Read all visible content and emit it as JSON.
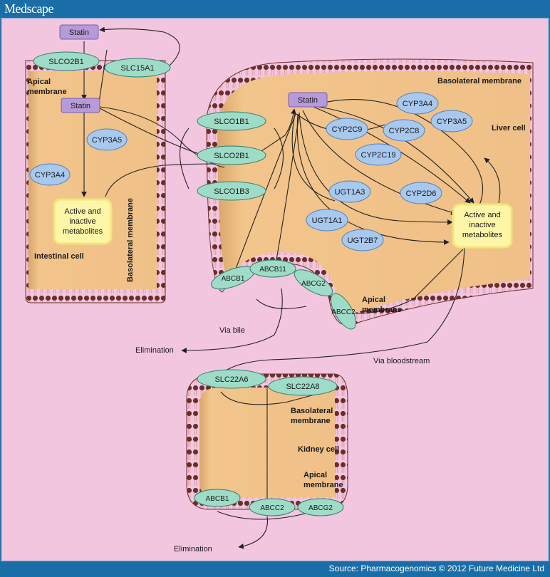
{
  "header": {
    "brand": "Medscape"
  },
  "footer": {
    "source": "Source: Pharmacogenomics © 2012 Future Medicine Ltd"
  },
  "colors": {
    "page_bg": "#f3c6e0",
    "banner": "#1a6ea8",
    "cell_fill": "#eebf86",
    "transporter": "#9fdcc8",
    "enzyme": "#a8c8ee",
    "statin": "#b79ad8",
    "metabolite_box": "#fdf6a8"
  },
  "intestinal": {
    "cell_label": "Intestinal cell",
    "apical": "Apical membrane",
    "basolateral": "Basolateral membrane",
    "statin_outer": "Statin",
    "statin_inner": "Statin",
    "transporters": [
      "SLCO2B1",
      "SLC15A1"
    ],
    "enzymes": [
      "CYP3A5",
      "CYP3A4"
    ],
    "metabolites": "Active and inactive metabolites"
  },
  "liver": {
    "cell_label": "Liver cell",
    "basolateral": "Basolateral membrane",
    "apical": "Apical membrane",
    "statin": "Statin",
    "uptake": [
      "SLCO1B1",
      "SLCO2B1",
      "SLCO1B3"
    ],
    "enzymes": [
      "CYP3A4",
      "CYP2C9",
      "CYP2C8",
      "CYP3A5",
      "CYP2C19",
      "UGT1A3",
      "CYP2D6",
      "UGT1A1",
      "UGT2B7"
    ],
    "efflux": [
      "ABCB1",
      "ABCB11",
      "ABCG2",
      "ABCC2"
    ],
    "metabolites": "Active and inactive metabolites",
    "via_bile": "Via bile",
    "via_bloodstream": "Via bloodstream",
    "elimination": "Elimination"
  },
  "kidney": {
    "cell_label": "Kidney cell",
    "basolateral": "Basolateral membrane",
    "apical": "Apical membrane",
    "uptake": [
      "SLC22A6",
      "SLC22A8"
    ],
    "efflux": [
      "ABCB1",
      "ABCC2",
      "ABCG2"
    ],
    "elimination": "Elimination"
  }
}
